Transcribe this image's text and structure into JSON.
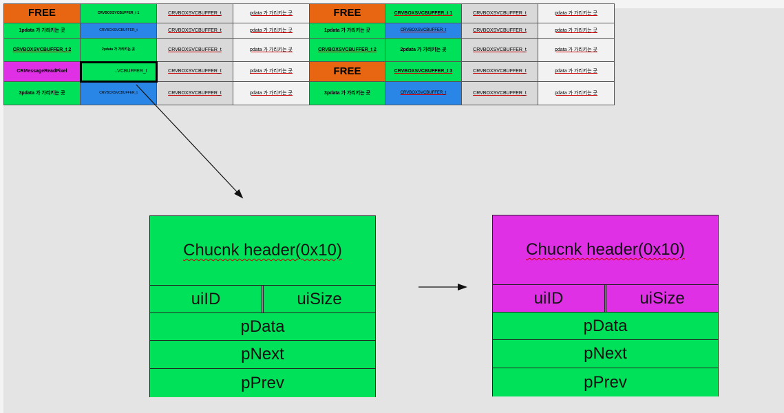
{
  "grid": {
    "rows": [
      [
        {
          "text": "FREE",
          "style": "free"
        },
        {
          "text": "CRVBOXSVCBUFFER_t 1",
          "style": "green",
          "size": "tiny"
        },
        {
          "text": "CRVBOXSVCBUFFER_t",
          "style": "gray",
          "u": true
        },
        {
          "text": "pdata 가 가리키는 곳",
          "style": "white",
          "u": true
        },
        {
          "text": "FREE",
          "style": "free"
        },
        {
          "text": "CRVBOXSVCBUFFER_t 1",
          "style": "green",
          "u": true
        },
        {
          "text": "CRVBOXSVCBUFFER_t",
          "style": "gray",
          "u": true
        },
        {
          "text": "pdata 가 가리키는 곳",
          "style": "white",
          "u": true
        }
      ],
      [
        {
          "text": "1pdata 가 가리키는 곳",
          "style": "green"
        },
        {
          "text": "CRVBOXSVCBUFFER_t",
          "style": "blue",
          "size": "tiny"
        },
        {
          "text": "CRVBOXSVCBUFFER_t",
          "style": "gray",
          "u": true
        },
        {
          "text": "pdata 가 가리키는 곳",
          "style": "white",
          "u": true
        },
        {
          "text": "1pdata 가 가리키는 곳",
          "style": "green"
        },
        {
          "text": "CRVBOXSVCBUFFER_t",
          "style": "blue",
          "u": true
        },
        {
          "text": "CRVBOXSVCBUFFER_t",
          "style": "gray",
          "u": true
        },
        {
          "text": "pdata 가 가리키는 곳",
          "style": "white",
          "u": true
        }
      ],
      [
        {
          "text": "CRVBOXSVCBUFFER_t 2",
          "style": "green",
          "u": true
        },
        {
          "text": "2pdata 가 가리키는 곳",
          "style": "green",
          "size": "tiny"
        },
        {
          "text": "CRVBOXSVCBUFFER_t",
          "style": "gray",
          "u": true
        },
        {
          "text": "pdata 가 가리키는 곳",
          "style": "white",
          "u": true
        },
        {
          "text": "CRVBOXSVCBUFFER_t 2",
          "style": "green",
          "u": true
        },
        {
          "text": "2pdata 가 가리키는 곳",
          "style": "green"
        },
        {
          "text": "CRVBOXSVCBUFFER_t",
          "style": "gray",
          "u": true
        },
        {
          "text": "pdata 가 가리키는 곳",
          "style": "white",
          "u": true
        }
      ],
      [
        {
          "text": "CRMessageReadPixel",
          "style": "mag"
        },
        {
          "text": "..VCBUFFER_t",
          "style": "split"
        },
        {
          "text": "CRVBOXSVCBUFFER_t",
          "style": "gray",
          "u": true
        },
        {
          "text": "pdata 가 가리키는 곳",
          "style": "white",
          "u": true
        },
        {
          "text": "FREE",
          "style": "free"
        },
        {
          "text": "CRVBOXSVCBUFFER_t 3",
          "style": "green",
          "u": true
        },
        {
          "text": "CRVBOXSVCBUFFER_t",
          "style": "gray",
          "u": true
        },
        {
          "text": "pdata 가 가리키는 곳",
          "style": "white",
          "u": true
        }
      ],
      [
        {
          "text": "3pdata 가 가리키는 곳",
          "style": "green"
        },
        {
          "text": "CRVBOXSVCBUFFER_t",
          "style": "blue",
          "size": "tiny"
        },
        {
          "text": "CRVBOXSVCBUFFER_t",
          "style": "gray",
          "u": true
        },
        {
          "text": "pdata 가 가리키는 곳",
          "style": "white",
          "u": true
        },
        {
          "text": "3pdata 가 가리키는 곳",
          "style": "green"
        },
        {
          "text": "CRVBOXSVCBUFFER_t",
          "style": "blue",
          "u": true
        },
        {
          "text": "CRVBOXSVCBUFFER_t",
          "style": "gray",
          "u": true
        },
        {
          "text": "pdata 가 가리키는 곳",
          "style": "white",
          "u": true
        }
      ]
    ]
  },
  "chunk_before": {
    "header": "Chucnk header(0x10)",
    "uiid": "uiID",
    "uisize": "uiSize",
    "pdata": "pData",
    "pnext": "pNext",
    "pprev": "pPrev"
  },
  "chunk_after": {
    "header": "Chucnk header(0x10)",
    "uiid": "uiID",
    "uisize": "uiSize",
    "pdata": "pData",
    "pnext": "pNext",
    "pprev": "pPrev"
  },
  "colors": {
    "free": "#e86511",
    "green": "#00e15a",
    "blue": "#2a86e6",
    "magenta": "#e030e6",
    "gray": "#d9d9d9"
  }
}
